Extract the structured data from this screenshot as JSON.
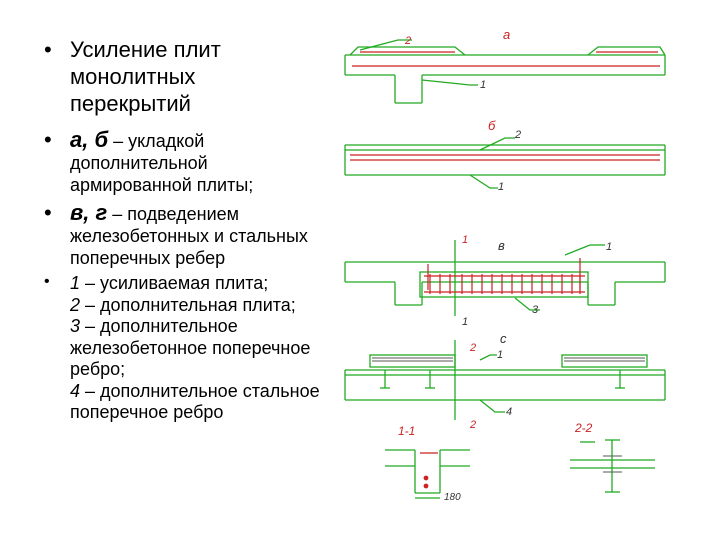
{
  "bullets": {
    "b1": {
      "text": "Усиление плит монолитных перекрытий"
    },
    "b2": {
      "lead": "а, б",
      "dash": " – ",
      "text": "укладкой дополнительной армированной плиты;"
    },
    "b3": {
      "lead": "в, г",
      "dash": " – ",
      "text": "подведением железобетонных и стальных поперечных ребер"
    },
    "b4": {
      "items": [
        {
          "num": "1",
          "text": " – усиливаемая плита;"
        },
        {
          "num": "2",
          "text": " – дополнительная плита;"
        },
        {
          "num": "3",
          "text": " – дополнительное железобетонное поперечное ребро;"
        },
        {
          "num": "4",
          "text": " – дополнительное стальное поперечное ребро"
        }
      ]
    }
  },
  "drawing": {
    "labels": {
      "a": "а",
      "b": "б",
      "v": "в",
      "g": "с",
      "n1": "1",
      "n2": "2",
      "n3": "3",
      "n4": "4",
      "sec11": "1-1",
      "sec22": "2-2",
      "dim": "180"
    },
    "line_color": "#22aa22",
    "rebar_color": "#cc2222",
    "hatch_color": "#555555"
  }
}
